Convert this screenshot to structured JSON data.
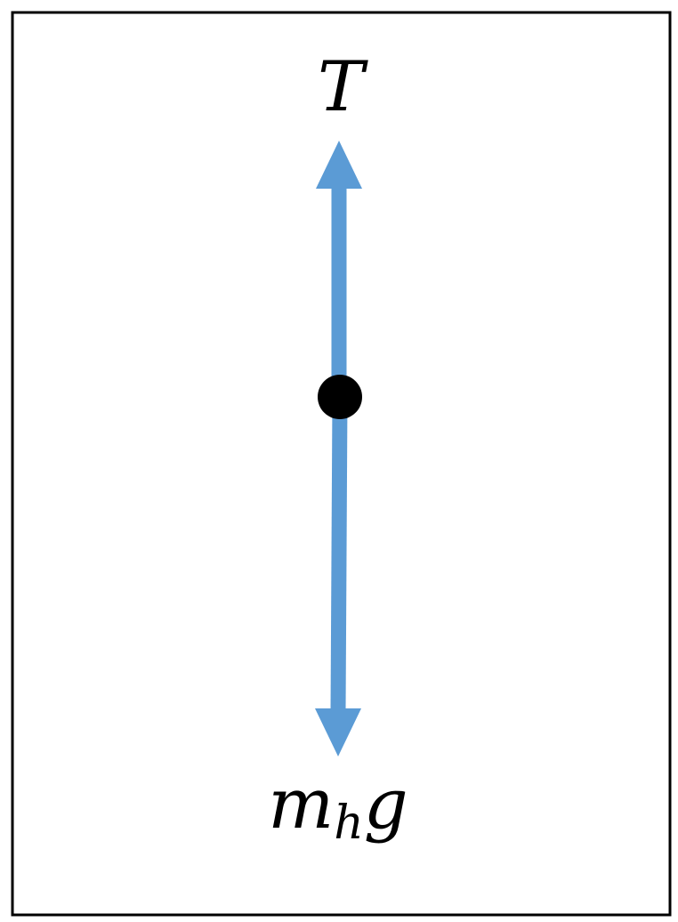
{
  "diagram": {
    "title": "",
    "forces": [
      {
        "id": "tension",
        "label": "T",
        "direction": "up"
      },
      {
        "id": "weight",
        "label_main": "m",
        "label_sub": "h",
        "label_tail": "g",
        "direction": "down"
      }
    ],
    "colors": {
      "arrow": "#5b9bd5",
      "point": "#000000",
      "frame": "#000000",
      "background": "#ffffff"
    },
    "icons": {
      "body": "point-mass-dot",
      "tension": "up-arrow",
      "weight": "down-arrow"
    }
  }
}
